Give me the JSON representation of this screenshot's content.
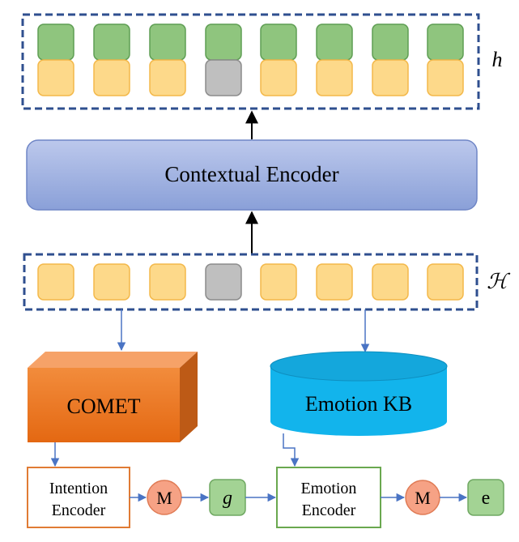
{
  "labels": {
    "h_label": "h",
    "H_label": "ℋ",
    "contextual_encoder": "Contextual Encoder",
    "comet": "COMET",
    "emotion_kb": "Emotion KB",
    "intention_encoder": [
      "Intention",
      "Encoder"
    ],
    "emotion_encoder": [
      "Emotion",
      "Encoder"
    ],
    "m1": "M",
    "m2": "M",
    "g": "g",
    "e": "e"
  },
  "top_row": {
    "cell_count": 8,
    "grey_index": 3
  },
  "bottom_row": {
    "cell_count": 8,
    "grey_index": 3
  },
  "colors": {
    "green": "#8fc57e",
    "green_border": "#5f9e54",
    "yellow": "#fdd98a",
    "yellow_border": "#f3b84a",
    "grey": "#bfbfbf",
    "grey_border": "#8c8c8c",
    "dash_border": "#2f4f8f",
    "encoder_fill": "#9db0e0",
    "orange": "#ef7a28",
    "cyan": "#12b4ec",
    "arrow_blue": "#4a74c4",
    "m_fill": "#f6a285",
    "g_fill": "#a3d394"
  }
}
